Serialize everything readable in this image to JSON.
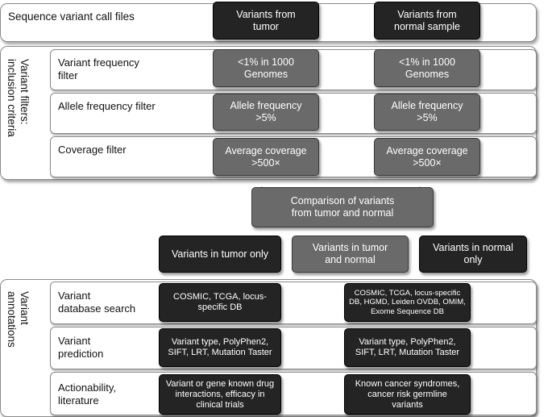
{
  "sections": {
    "call_files": "Sequence variant call files",
    "filters_vertical": "Variant filters:",
    "filters_vertical_2": "inclusion criteria",
    "annotations_vertical": "Variant",
    "annotations_vertical_2": "annotations"
  },
  "filter_rows": [
    {
      "label": "Variant frequency",
      "label_2": "filter"
    },
    {
      "label": "Allele frequency filter",
      "label_2": ""
    },
    {
      "label": "Coverage filter",
      "label_2": ""
    }
  ],
  "annotation_rows": [
    {
      "label": "Variant",
      "label_2": "database search"
    },
    {
      "label": "Variant",
      "label_2": "prediction"
    },
    {
      "label": "Actionability,",
      "label_2": "literature"
    }
  ],
  "top_boxes": {
    "tumor": {
      "l1": "Variants from",
      "l2": "tumor"
    },
    "normal": {
      "l1": "Variants from",
      "l2": "normal sample"
    }
  },
  "filter_boxes": [
    {
      "l1": "<1% in 1000",
      "l2": "Genomes"
    },
    {
      "l1": "Allele frequency",
      "l2": ">5%"
    },
    {
      "l1": "Average coverage",
      "l2": ">500×"
    }
  ],
  "comparison": {
    "l1": "Comparison of variants",
    "l2": "from tumor and  normal"
  },
  "outcome_boxes": {
    "tumor_only": {
      "l1": "Variants in tumor only"
    },
    "both": {
      "l1": "Variants in tumor",
      "l2": "and normal"
    },
    "normal_only": {
      "l1": "Variants in normal",
      "l2": "only"
    }
  },
  "annot_left": [
    {
      "l1": "COSMIC, TCGA, locus-",
      "l2": "specific DB",
      "l3": ""
    },
    {
      "l1": "Variant type, PolyPhen2,",
      "l2": "SIFT, LRT, Mutation Taster",
      "l3": ""
    },
    {
      "l1": "Variant or gene known drug",
      "l2": "interactions, efficacy in",
      "l3": "clinical trials"
    }
  ],
  "annot_right": [
    {
      "l1": "COSMIC, TCGA, locus-specific",
      "l2": "DB, HGMD, Leiden OVDB, OMIM,",
      "l3": "Exome Sequence DB"
    },
    {
      "l1": "Variant type, PolyPhen2,",
      "l2": "SIFT, LRT, Mutation Taster",
      "l3": ""
    },
    {
      "l1": "Known cancer syndromes,",
      "l2": "cancer risk germline",
      "l3": "variants"
    }
  ]
}
